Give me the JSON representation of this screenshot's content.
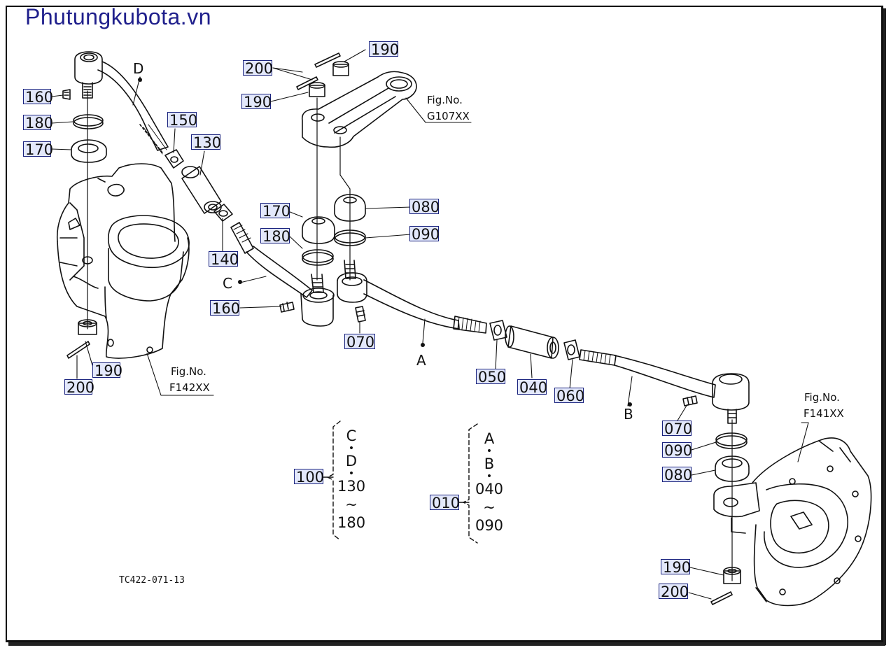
{
  "watermark": "Phutungkubota.vn",
  "drawing_number": "TC422-071-13",
  "part_labels": {
    "p160_left": "160",
    "p180_left": "180",
    "p170_left": "170",
    "p190_left": "190",
    "p200_left": "200",
    "p150": "150",
    "p130": "130",
    "p140": "140",
    "p160_mid": "160",
    "p200_top": "200",
    "p190_top_a": "190",
    "p190_top_b": "190",
    "p170_mid": "170",
    "p180_mid": "180",
    "p080_mid": "080",
    "p090_mid": "090",
    "p070_mid": "070",
    "p050": "050",
    "p040": "040",
    "p060": "060",
    "p070_right": "070",
    "p090_right": "090",
    "p080_right": "080",
    "p190_right": "190",
    "p200_right": "200",
    "p100": "100",
    "p010": "010"
  },
  "letters": {
    "A": "A",
    "B": "B",
    "C": "C",
    "D": "D"
  },
  "fig_refs": {
    "f142": {
      "title": "Fig.No.",
      "code": "F142XX"
    },
    "g107": {
      "title": "Fig.No.",
      "code": "G107XX"
    },
    "f141": {
      "title": "Fig.No.",
      "code": "F141XX"
    }
  },
  "group_100": {
    "lines": [
      "C",
      "•",
      "D",
      "•",
      "130",
      "~",
      "180"
    ]
  },
  "group_010": {
    "lines": [
      "A",
      "•",
      "B",
      "•",
      "040",
      "~",
      "090"
    ]
  }
}
